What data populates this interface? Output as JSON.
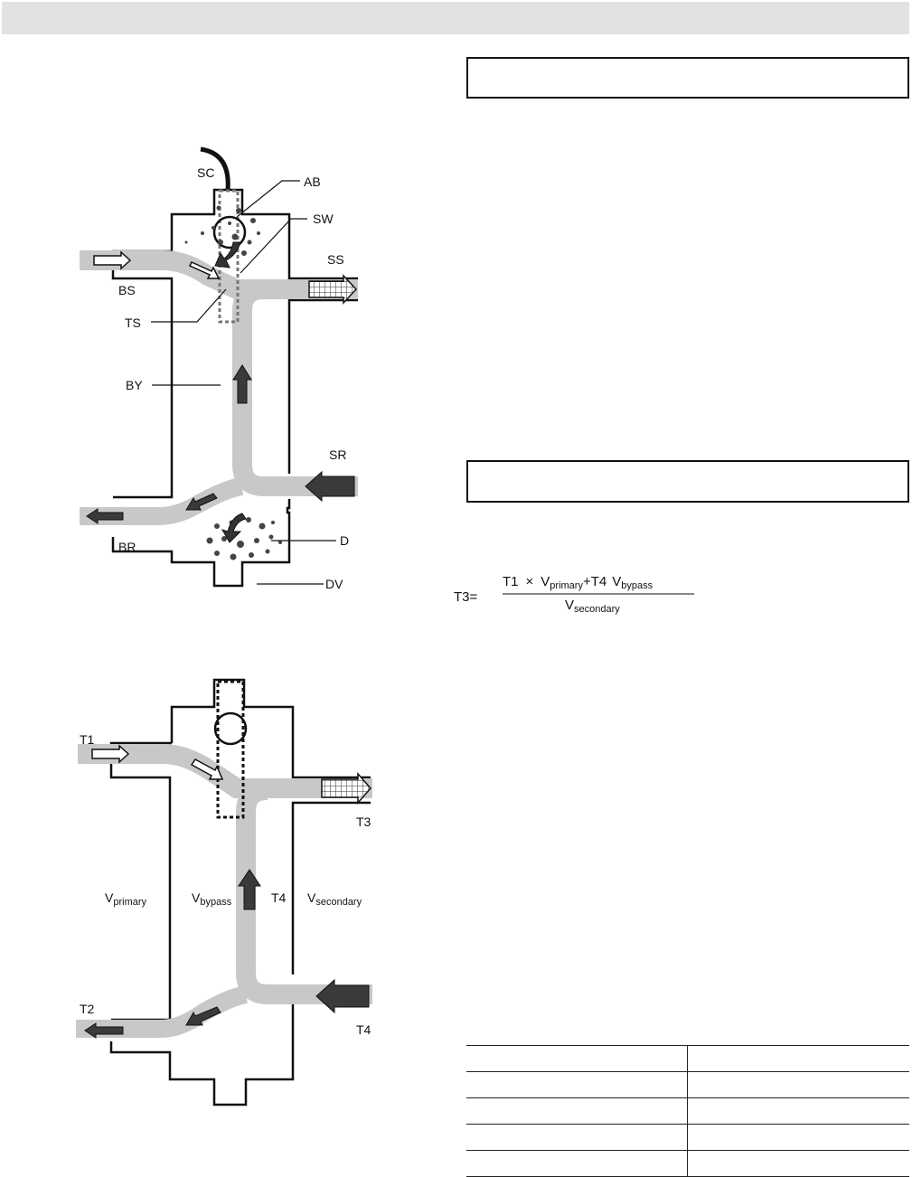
{
  "header": {
    "text": ""
  },
  "boxes": {
    "top_title": "",
    "middle_title": ""
  },
  "diagram1": {
    "labels": {
      "sc": "SC",
      "ab": "AB",
      "sw": "SW",
      "ss": "SS",
      "bs": "BS",
      "ts": "TS",
      "by": "BY",
      "sr": "SR",
      "br": "BR",
      "d": "D",
      "dv": "DV"
    }
  },
  "diagram2": {
    "labels": {
      "t1": "T1",
      "t2": "T2",
      "t3": "T3",
      "t4_right": "T4",
      "t4_mid": "T4",
      "v_primary": "V",
      "v_primary_sub": "primary",
      "v_bypass": "V",
      "v_bypass_sub": "bypass",
      "v_secondary": "V",
      "v_secondary_sub": "secondary"
    }
  },
  "formula": {
    "lhs": "T3=",
    "num_t1": "T1",
    "times": "×",
    "v1": "V",
    "v1_sub": "primary",
    "plus": "+",
    "num_t4": "T4",
    "v2": "V",
    "v2_sub": "bypass",
    "den_v": "V",
    "den_sub": "secondary"
  },
  "table": {
    "rows": [
      [
        "",
        ""
      ],
      [
        "",
        ""
      ],
      [
        "",
        ""
      ],
      [
        "",
        ""
      ],
      [
        "",
        ""
      ]
    ]
  },
  "colors": {
    "pipe": "#c8c8c8",
    "dark": "#3a3a3a",
    "outline": "#111111"
  }
}
